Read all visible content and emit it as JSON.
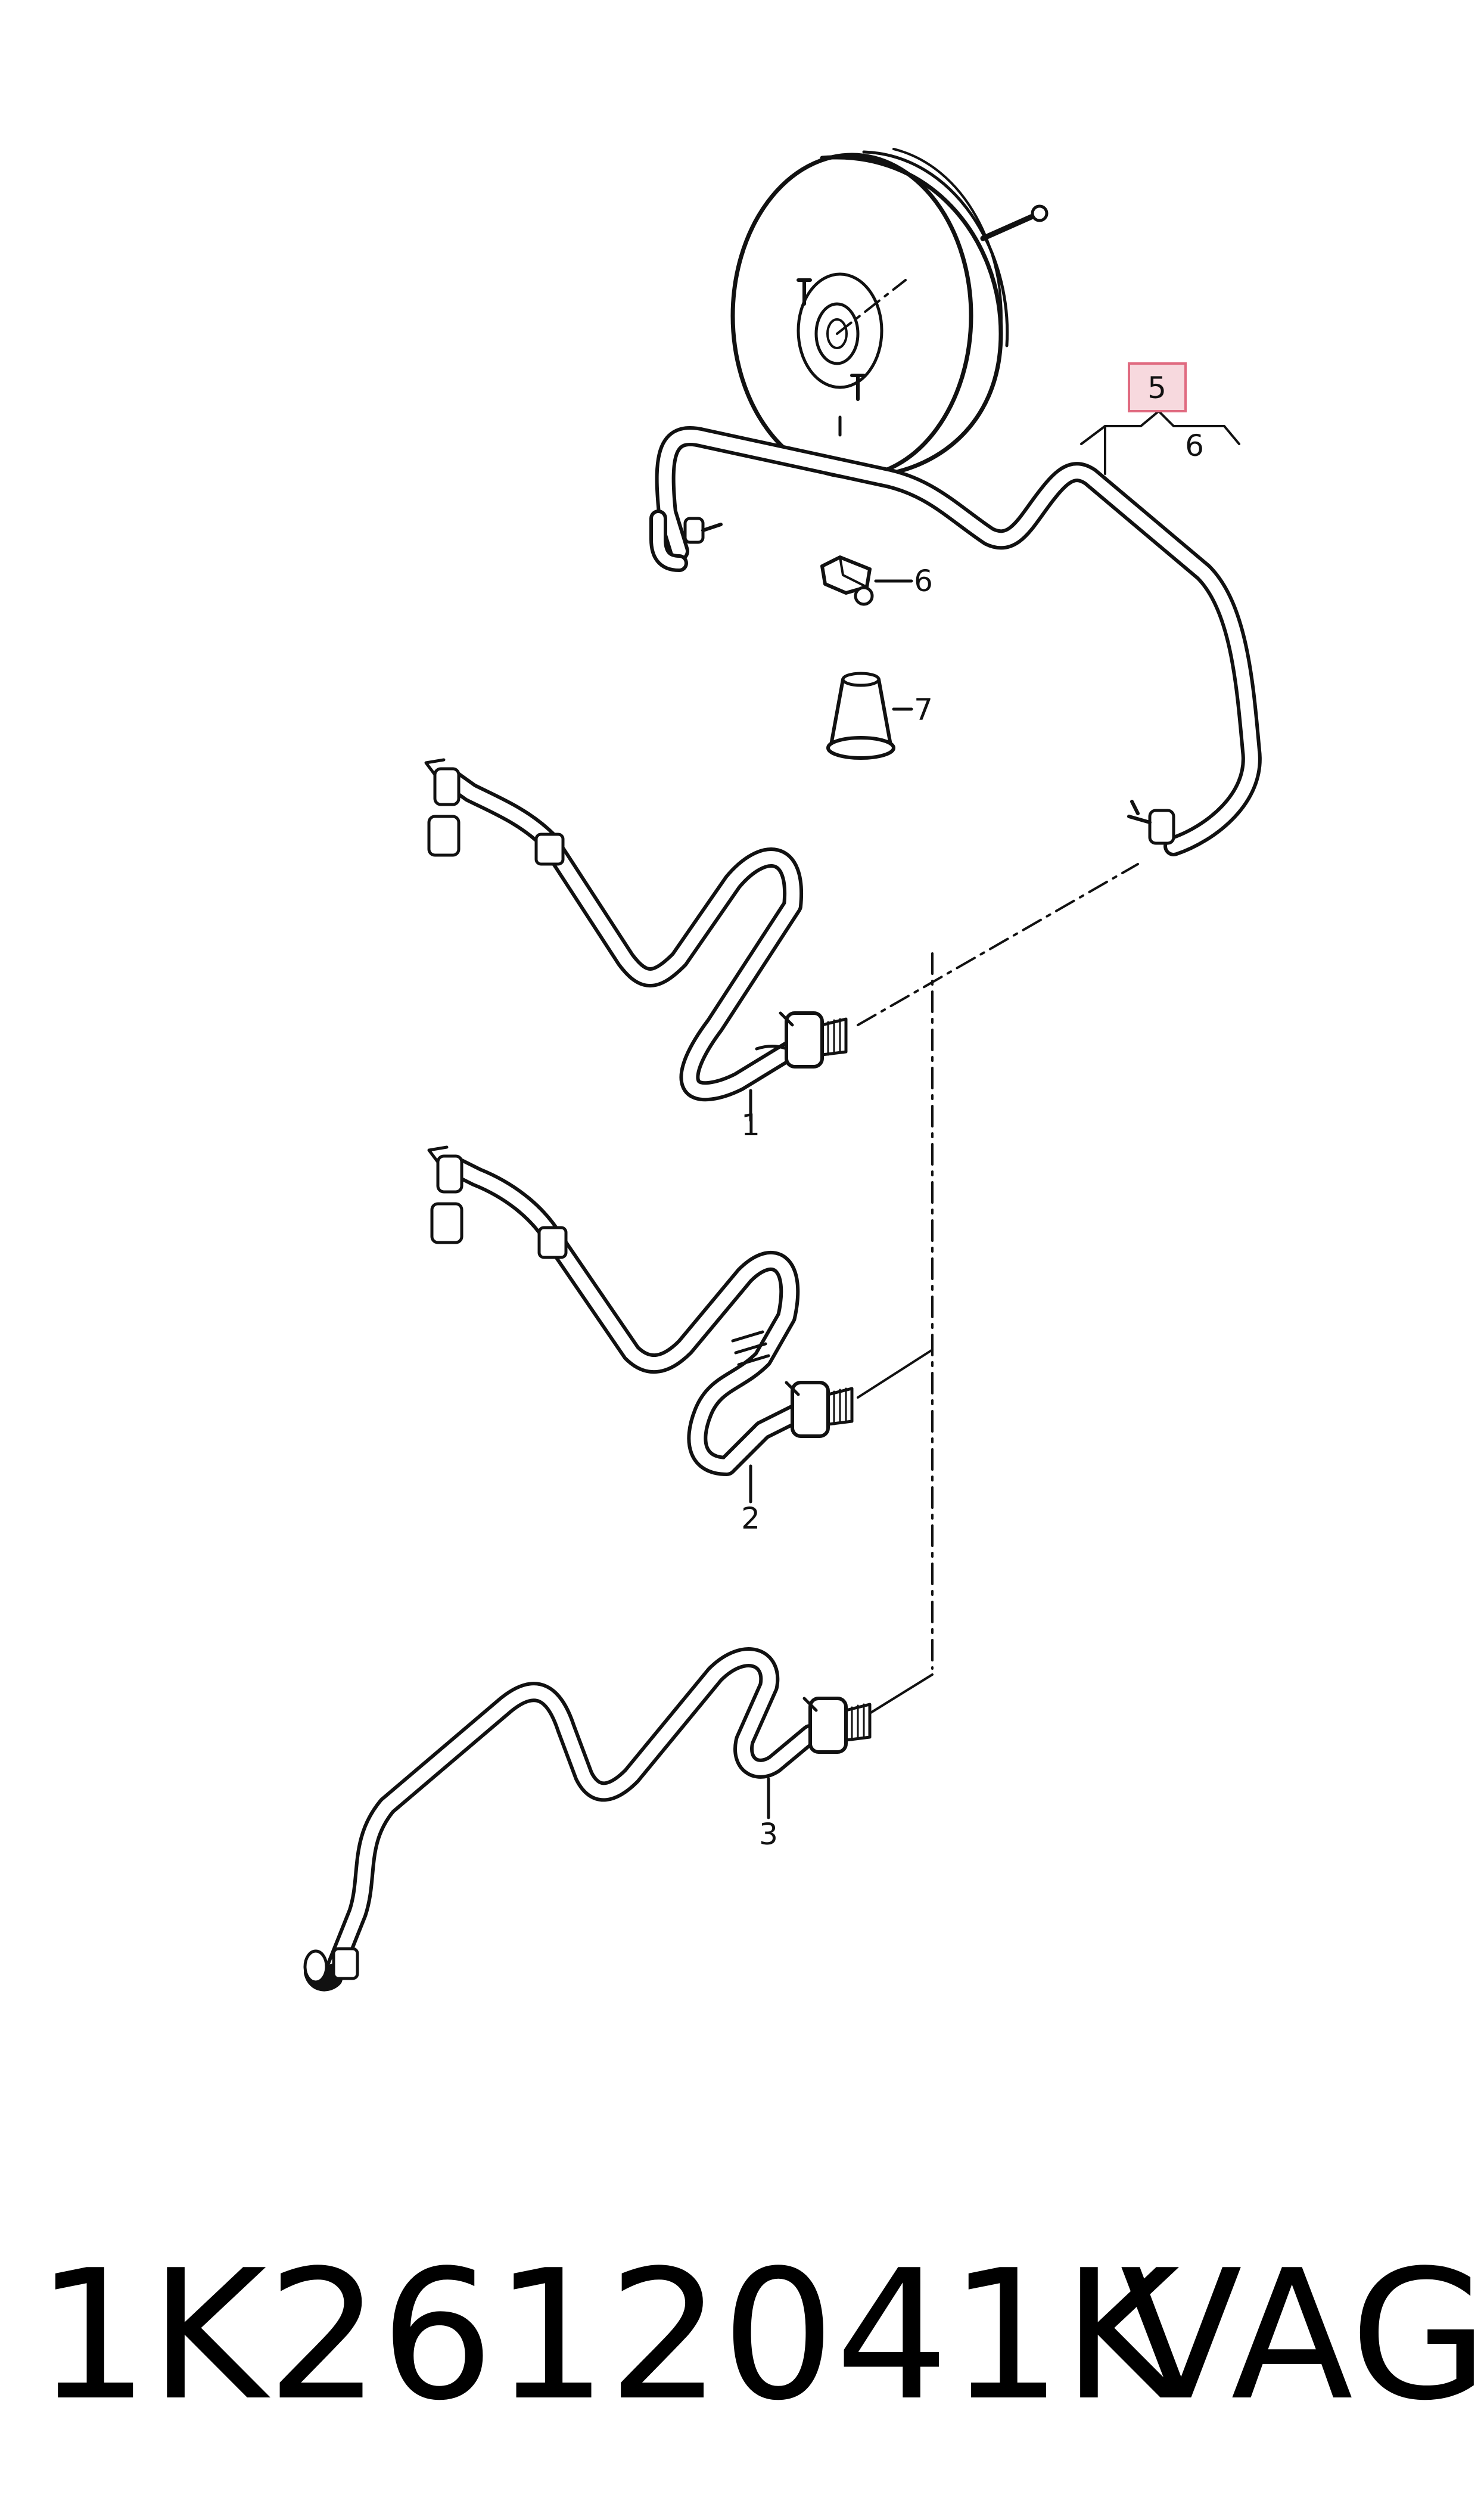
{
  "callouts": {
    "c1": "1",
    "c2": "2",
    "c3": "3",
    "c5": "5",
    "c6a": "6",
    "c6b": "6",
    "c7": "7"
  },
  "caption": {
    "part_number": "1K2612041K",
    "brand": "VAG"
  },
  "colors": {
    "line": "#111111",
    "highlight_fill": "#f7d9de",
    "highlight_border": "#e06a80"
  }
}
